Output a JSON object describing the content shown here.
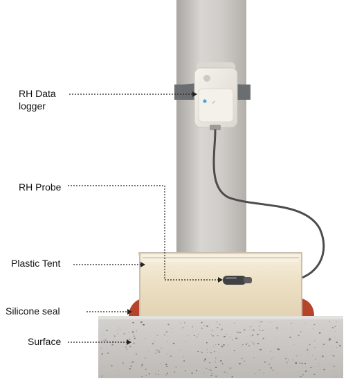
{
  "labels": {
    "logger": "RH Data logger",
    "probe": "RH Probe",
    "tent": "Plastic Tent",
    "seal": "Silicone seal",
    "surface": "Surface"
  },
  "colors": {
    "pole": "#c9c6c2",
    "tent": "#ecdfc4",
    "seal": "#b5452a",
    "concrete": "#c8c6c3",
    "strap": "#55595c",
    "logger_body": "#eeeae2",
    "cable": "#4a4c4e",
    "leader_line": "#222222"
  }
}
